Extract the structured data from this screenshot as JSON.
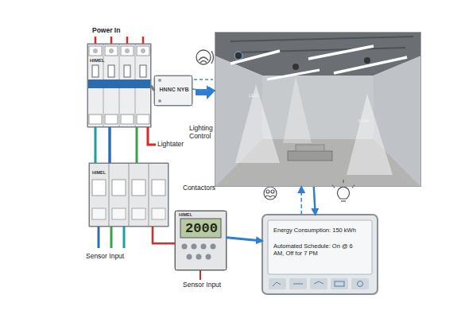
{
  "diagram": {
    "nodes": [
      {
        "text": [
          "HIMEL"
        ]
      },
      {
        "text": [
          "HNNC NYB"
        ]
      },
      {
        "text": [
          "LED",
          "UAM"
        ]
      },
      {
        "text": [
          "HIMEL"
        ]
      },
      {
        "text": [
          "HIMEL",
          "2000"
        ]
      },
      {
        "text": [
          "Energy Consumption: 150 kWh",
          "Automated Schedule: On @ 6 AM, Off for 7 PM"
        ]
      }
    ],
    "edges": [
      {
        "from": 0,
        "to": 1,
        "arrow": "none"
      },
      {
        "from": 0,
        "to": 3,
        "arrow": "none"
      },
      {
        "from": 1,
        "to": 2,
        "arrow": "to"
      },
      {
        "from": 3,
        "to": 4,
        "arrow": "none"
      },
      {
        "from": 4,
        "to": 5,
        "arrow": "to"
      },
      {
        "from": 5,
        "to": 2,
        "arrow": "to"
      },
      {
        "from": 2,
        "to": 5,
        "arrow": "to"
      }
    ],
    "labels": [
      "Power In",
      "Lighting Control",
      "Lightater",
      "Contactors",
      "Sensor Input",
      "Sensor Input"
    ]
  }
}
